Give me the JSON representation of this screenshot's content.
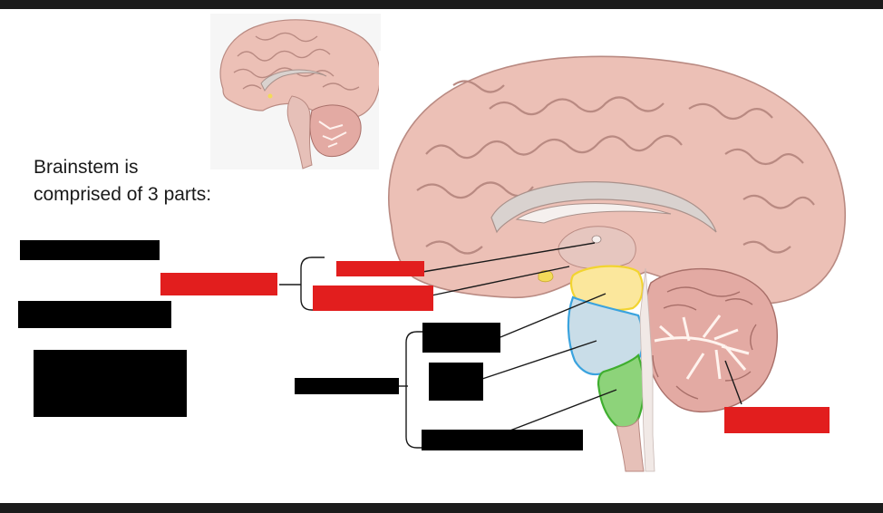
{
  "caption": {
    "line1": "Brainstem is",
    "line2": "comprised of 3 parts:"
  },
  "colors": {
    "page_frame": "#1b1b1b",
    "slide_background": "#ffffff",
    "redacted_box": "#000000",
    "highlight_box": "#e21e1e",
    "leader_line": "#1a1a1a",
    "brain_tissue": "#ecc0b6",
    "gyri_outline": "#b98a82",
    "midbrain_region": "#fbe79c",
    "midbrain_outline": "#f2d430",
    "pons_region": "#c9dde8",
    "pons_outline": "#3aa3de",
    "medulla_region": "#8dd37a",
    "medulla_outline": "#3fae2f",
    "cerebellum_tissue": "#e3aaa3"
  },
  "figures": {
    "inset": "thumbnail sagittal brain",
    "main": "sagittal brain with colored brainstem"
  },
  "regions": [
    {
      "key": "midbrain",
      "color": "#fbe79c"
    },
    {
      "key": "pons",
      "color": "#c9dde8"
    },
    {
      "key": "medulla",
      "color": "#8dd37a"
    }
  ]
}
